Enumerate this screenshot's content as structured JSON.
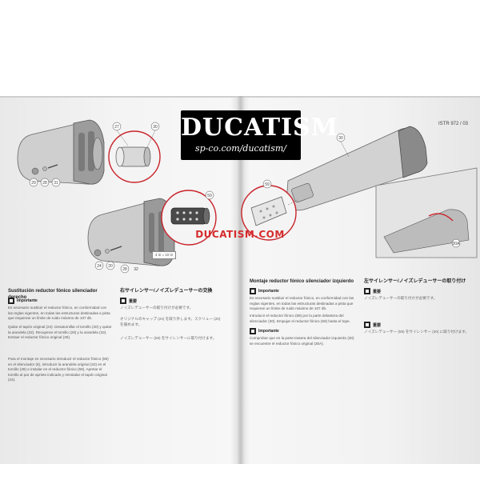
{
  "logo": {
    "title": "DUCATISM",
    "url": "sp-co.com/ducatism/"
  },
  "watermark_center": "DUCATISM.COM",
  "page_number": "ISTR 972 / 03",
  "dimension_label": "4 in = 10 in",
  "colors": {
    "red_circle": "#c9232a",
    "logo_bg": "#000000"
  },
  "left_page": {
    "es_heading": "Sustitución reductor fónico silenciador derecho",
    "es_important": "Importante",
    "es_important_text": "Es necesario sustituir el reductor fónico, en conformidad con las reglas vigentes, en todas las estructuras destinadas a pista que requieran un límite de ruido máximo de 107 db.",
    "es_p1": "Quitar el tapón original (24). Desatornillar el tornillo (20) y quitar la arandela (32). Recuperar el tornillo (28) y la arandela (32). Extraer el reductor fónico original (25).",
    "es_p2": "Para el montaje es necesario introducir el reductor fónico (59) en el silenciador (6), introducir la arandela original (32) en el tornillo (28) e instalar en el reductor fónico (59). Apretar el tornillo al par de apriete indicado y reinstalar el tapón original (24).",
    "jp_heading": "右サイレンサー/ノイズレデューサーの交換",
    "jp_important": "重要",
    "jp_text": "ノイズレデューサーの取り付けが必要です。",
    "jp_p1": "オリジナルのキャップ (24) を取り外します。スクリュー (20) を緩めます。",
    "jp_p2": "ノイズレデューサー (59) をサイレンサーに取り付けます。"
  },
  "right_page": {
    "es_heading": "Montaje reductor fónico silenciador izquierdo",
    "es_important": "Importante",
    "es_important_text": "Es necesario sustituir el reductor fónico, en conformidad con las reglas vigentes, en todas las estructuras destinadas a pista que requieran un límite de ruido máximo de 107 db.",
    "es_p1": "Introducir el reductor fónico (59) por la parte delantera del silenciador (30). Empujar el reductor fónico (59) hasta el tope.",
    "es_important2": "Importante",
    "es_p2": "Comprobar que en la parte trasera del silenciador izquierdo (30) se encuentre el reductor fónico original (30A).",
    "jp_heading": "左サイレンサー/ノイズレデューサーの取り付け",
    "jp_important": "重要",
    "jp_text": "ノイズレデューサーの取り付けが必要です。",
    "jp_important2": "重要",
    "jp_p1": "ノイズレデューサー (59) をサイレンサー (30) に取り付けます。"
  },
  "callouts": {
    "left_top": [
      "27",
      "30",
      "29",
      "28",
      "31"
    ],
    "left_bottom": [
      "59",
      "24",
      "20",
      "28",
      "32"
    ],
    "right": [
      "30",
      "59",
      "30A"
    ]
  }
}
